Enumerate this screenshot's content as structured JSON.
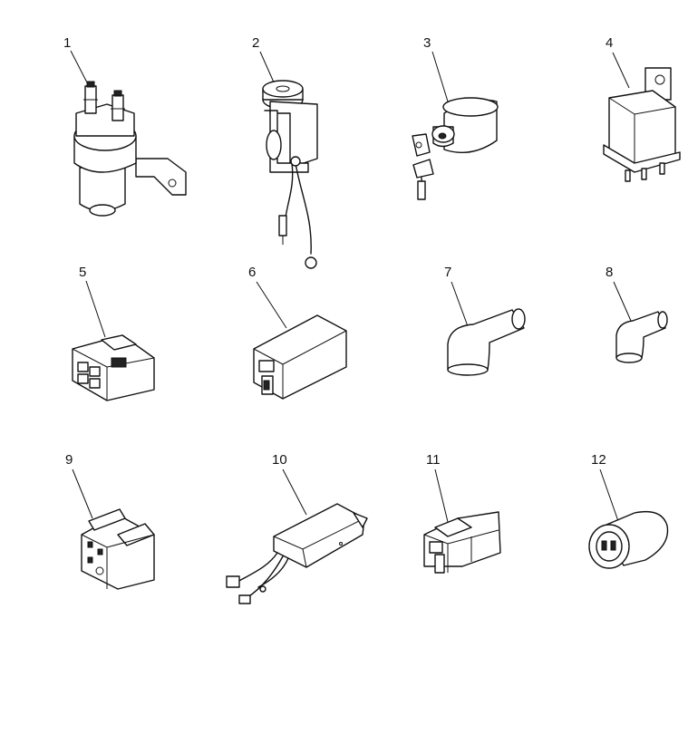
{
  "parts": [
    {
      "number": "1"
    },
    {
      "number": "2"
    },
    {
      "number": "3"
    },
    {
      "number": "4"
    },
    {
      "number": "5"
    },
    {
      "number": "6"
    },
    {
      "number": "7"
    },
    {
      "number": "8"
    },
    {
      "number": "9"
    },
    {
      "number": "10"
    },
    {
      "number": "11"
    },
    {
      "number": "12"
    }
  ]
}
